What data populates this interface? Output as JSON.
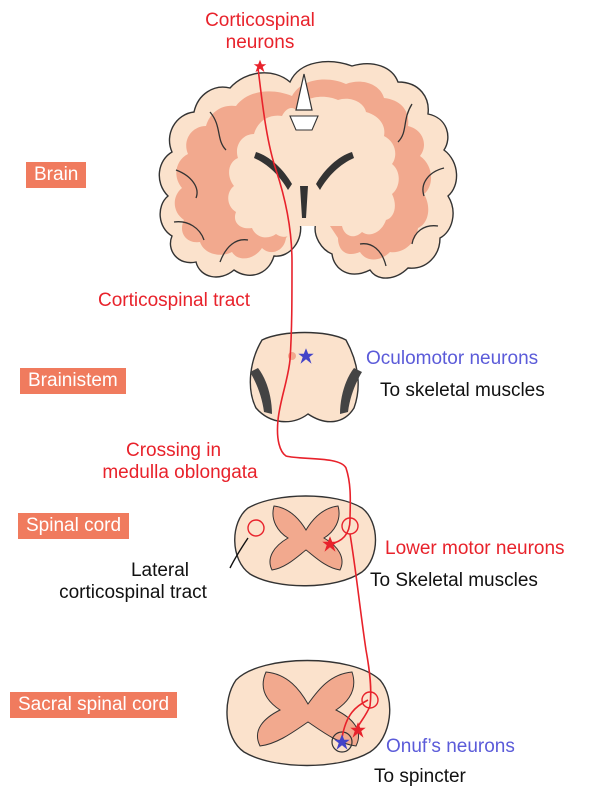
{
  "regions": {
    "brain": "Brain",
    "brainstem": "Brainistem",
    "spinal_cord": "Spinal cord",
    "sacral_spinal_cord": "Sacral spinal cord"
  },
  "labels": {
    "corticospinal_neurons_1": "Corticospinal",
    "corticospinal_neurons_2": "neurons",
    "corticospinal_tract": "Corticospinal tract",
    "oculomotor_neurons": "Oculomotor neurons",
    "to_skeletal_muscles_brainstem": "To skeletal muscles",
    "crossing_1": "Crossing in",
    "crossing_2": "medulla oblongata",
    "lateral_tract_1": "Lateral",
    "lateral_tract_2": "corticospinal tract",
    "lower_motor_neurons": "Lower motor neurons",
    "to_skeletal_muscles_spinal": "To Skeletal muscles",
    "onufs_neurons": "Onuf’s neurons",
    "to_spincter": "To spincter"
  },
  "colors": {
    "box": "#f07b5e",
    "tissue_outer": "#fbe2cc",
    "tissue_inner": "#f2a98e",
    "outline": "#333333",
    "pathway": "#e8222b",
    "neuron_blue": "#4343c8"
  }
}
